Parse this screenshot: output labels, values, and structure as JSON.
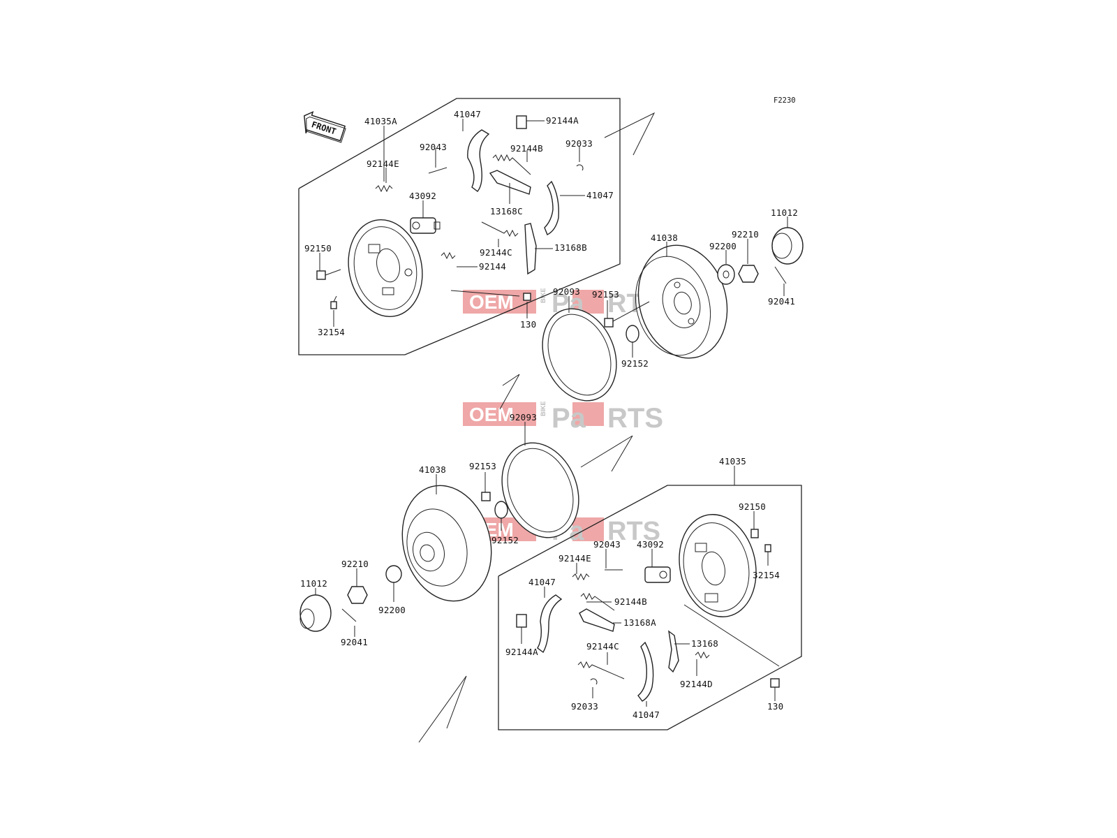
{
  "diagram": {
    "code": "F2230",
    "front_label": "FRONT",
    "watermark": {
      "left": "OEM",
      "middle": "BIKE",
      "right_a": "Pa",
      "right_b": "RTS"
    },
    "colors": {
      "line": "#222222",
      "watermark_red": "#e98a8a",
      "watermark_grey": "#c8c8c8"
    },
    "labels": {
      "top": {
        "p41035A": "41035A",
        "p41047a": "41047",
        "p92144A": "92144A",
        "p92043": "92043",
        "p92144B": "92144B",
        "p92033": "92033",
        "p92144E": "92144E",
        "p43092": "43092",
        "p41047b": "41047",
        "p13168C": "13168C",
        "p92150": "92150",
        "p92144C": "92144C",
        "p13168B": "13168B",
        "p92144": "92144",
        "p130": "130",
        "p32154": "32154",
        "p41038": "41038",
        "p92200": "92200",
        "p92210": "92210",
        "p11012": "11012",
        "p92093": "92093",
        "p92153": "92153",
        "p92041": "92041",
        "p92152": "92152"
      },
      "bottom": {
        "p92093": "92093",
        "p41035": "41035",
        "p41038": "41038",
        "p92153": "92153",
        "p92150": "92150",
        "p92152": "92152",
        "p92043": "92043",
        "p43092": "43092",
        "p92144E": "92144E",
        "p92210": "92210",
        "p41047a": "41047",
        "p32154": "32154",
        "p11012": "11012",
        "p92144B": "92144B",
        "p92200": "92200",
        "p13168A": "13168A",
        "p92041": "92041",
        "p92144C": "92144C",
        "p13168": "13168",
        "p92144A": "92144A",
        "p92144D": "92144D",
        "p92033": "92033",
        "p130": "130",
        "p41047b": "41047"
      }
    }
  }
}
